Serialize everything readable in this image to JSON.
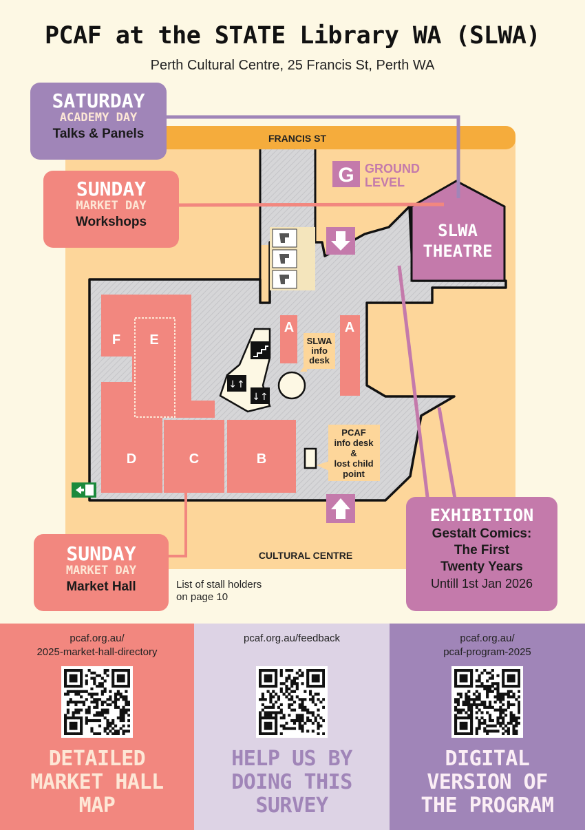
{
  "header": {
    "title": "PCAF at the STATE Library WA (SLWA)",
    "subtitle": "Perth Cultural Centre, 25 Francis St, Perth WA"
  },
  "callouts": {
    "saturday": {
      "day": "SATURDAY",
      "type": "ACADEMY DAY",
      "detail": "Talks & Panels"
    },
    "sunday_workshops": {
      "day": "SUNDAY",
      "type": "MARKET DAY",
      "detail": "Workshops"
    },
    "sunday_market": {
      "day": "SUNDAY",
      "type": "MARKET DAY",
      "detail": "Market Hall"
    },
    "exhibition": {
      "heading": "EXHIBITION",
      "line1": "Gestalt Comics:",
      "line2": "The First",
      "line3": "Twenty Years",
      "date": "Untill 1st Jan 2026"
    }
  },
  "map": {
    "street_top": "FRANCIS ST",
    "street_bottom": "CULTURAL CENTRE",
    "level_badge": "G",
    "level_label_1": "GROUND",
    "level_label_2": "LEVEL",
    "theatre_1": "SLWA",
    "theatre_2": "THEATRE",
    "slwa_desk": [
      "SLWA",
      "info",
      "desk"
    ],
    "pcaf_desk": [
      "PCAF",
      "info desk",
      "&",
      "lost child",
      "point"
    ],
    "stalls": {
      "a1": "A",
      "a2": "A",
      "b": "B",
      "c": "C",
      "d": "D",
      "e": "E",
      "f": "F"
    },
    "icons": [
      "toilet-icon",
      "stairs-icon",
      "lift-icon",
      "exit-icon",
      "arrow-down-icon",
      "arrow-up-icon"
    ],
    "colors": {
      "walkway": "#d4d4d6",
      "grounds": "#fdd69a",
      "street": "#f5ac3c",
      "stall": "#f2877f",
      "theatre": "#c47aab"
    }
  },
  "stall_note": {
    "line1": "List of stall holders",
    "line2": "on page 10"
  },
  "panels": [
    {
      "url1": "pcaf.org.au/",
      "url2": "2025-market-hall-directory",
      "cta": [
        "DETAILED",
        "MARKET HALL",
        "MAP"
      ],
      "bg": "#f2877f",
      "cta_color": "#fde7d6"
    },
    {
      "url1": "pcaf.org.au/feedback",
      "url2": "",
      "cta": [
        "HELP US BY",
        "DOING THIS",
        "SURVEY"
      ],
      "bg": "#ddd3e5",
      "cta_color": "#a085b8"
    },
    {
      "url1": "pcaf.org.au/",
      "url2": "pcaf-program-2025",
      "cta": [
        "DIGITAL",
        "VERSION OF",
        "THE PROGRAM"
      ],
      "bg": "#a085b8",
      "cta_color": "#fbeef5"
    }
  ]
}
